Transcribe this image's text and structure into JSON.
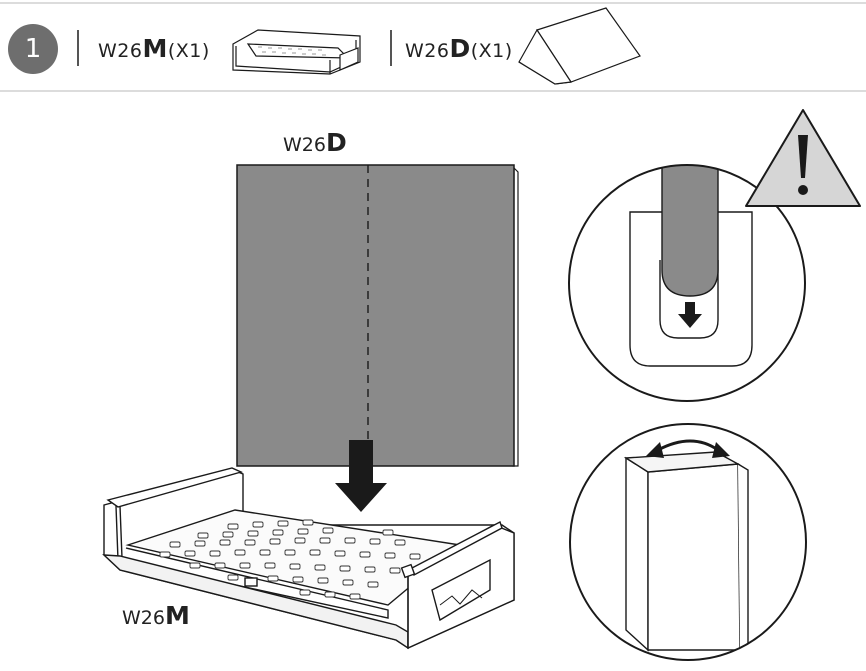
{
  "step": {
    "number": "1"
  },
  "parts": [
    {
      "code_prefix": "W26",
      "code_letter": "M",
      "quantity": "(X1)"
    },
    {
      "code_prefix": "W26",
      "code_letter": "D",
      "quantity": "(X1)"
    }
  ],
  "diagram": {
    "panel_label_prefix": "W26",
    "panel_label_letter": "D",
    "tray_label_prefix": "W26",
    "tray_label_letter": "M"
  },
  "colors": {
    "panel_gray": "#8a8a8a",
    "step_circle": "#6e6e6e",
    "warning_fill": "#d6d6d6",
    "line": "#1a1a1a"
  },
  "icons": {
    "warning": "warning-triangle-icon",
    "down_arrow": "down-arrow-icon",
    "rotate": "rotate-arrow-icon"
  }
}
